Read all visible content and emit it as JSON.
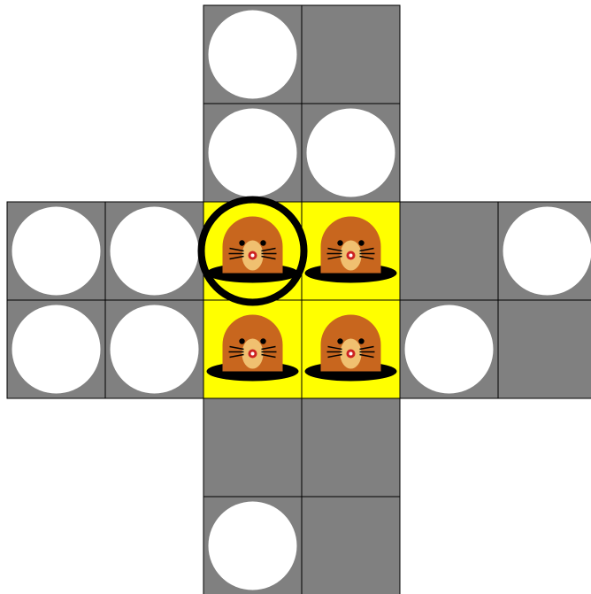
{
  "colors": {
    "cell_empty": "#808080",
    "cell_active": "#ffff00",
    "hole": "#ffffff",
    "grid_line": "#000000",
    "mole_body": "#c8661e",
    "mole_face": "#f0c070",
    "mole_nose": "#cc2222",
    "mound": "#000000",
    "cursor_ring": "#000000"
  },
  "board": {
    "layout": "cross",
    "rows": [
      [
        "void",
        "void",
        "hole",
        "empty",
        "void",
        "void"
      ],
      [
        "void",
        "void",
        "hole",
        "hole",
        "void",
        "void"
      ],
      [
        "hole",
        "hole",
        "mole",
        "mole",
        "empty",
        "hole"
      ],
      [
        "hole",
        "hole",
        "mole",
        "mole",
        "hole",
        "empty"
      ],
      [
        "void",
        "void",
        "empty",
        "empty",
        "void",
        "void"
      ],
      [
        "void",
        "void",
        "hole",
        "empty",
        "void",
        "void"
      ]
    ],
    "selected": {
      "row": 2,
      "col": 2
    },
    "active_block": {
      "row": 2,
      "col": 2,
      "rows": 2,
      "cols": 2
    },
    "icons": {
      "mole": "mole-icon",
      "hole": "hole-icon",
      "cursor": "selection-ring-icon"
    }
  }
}
